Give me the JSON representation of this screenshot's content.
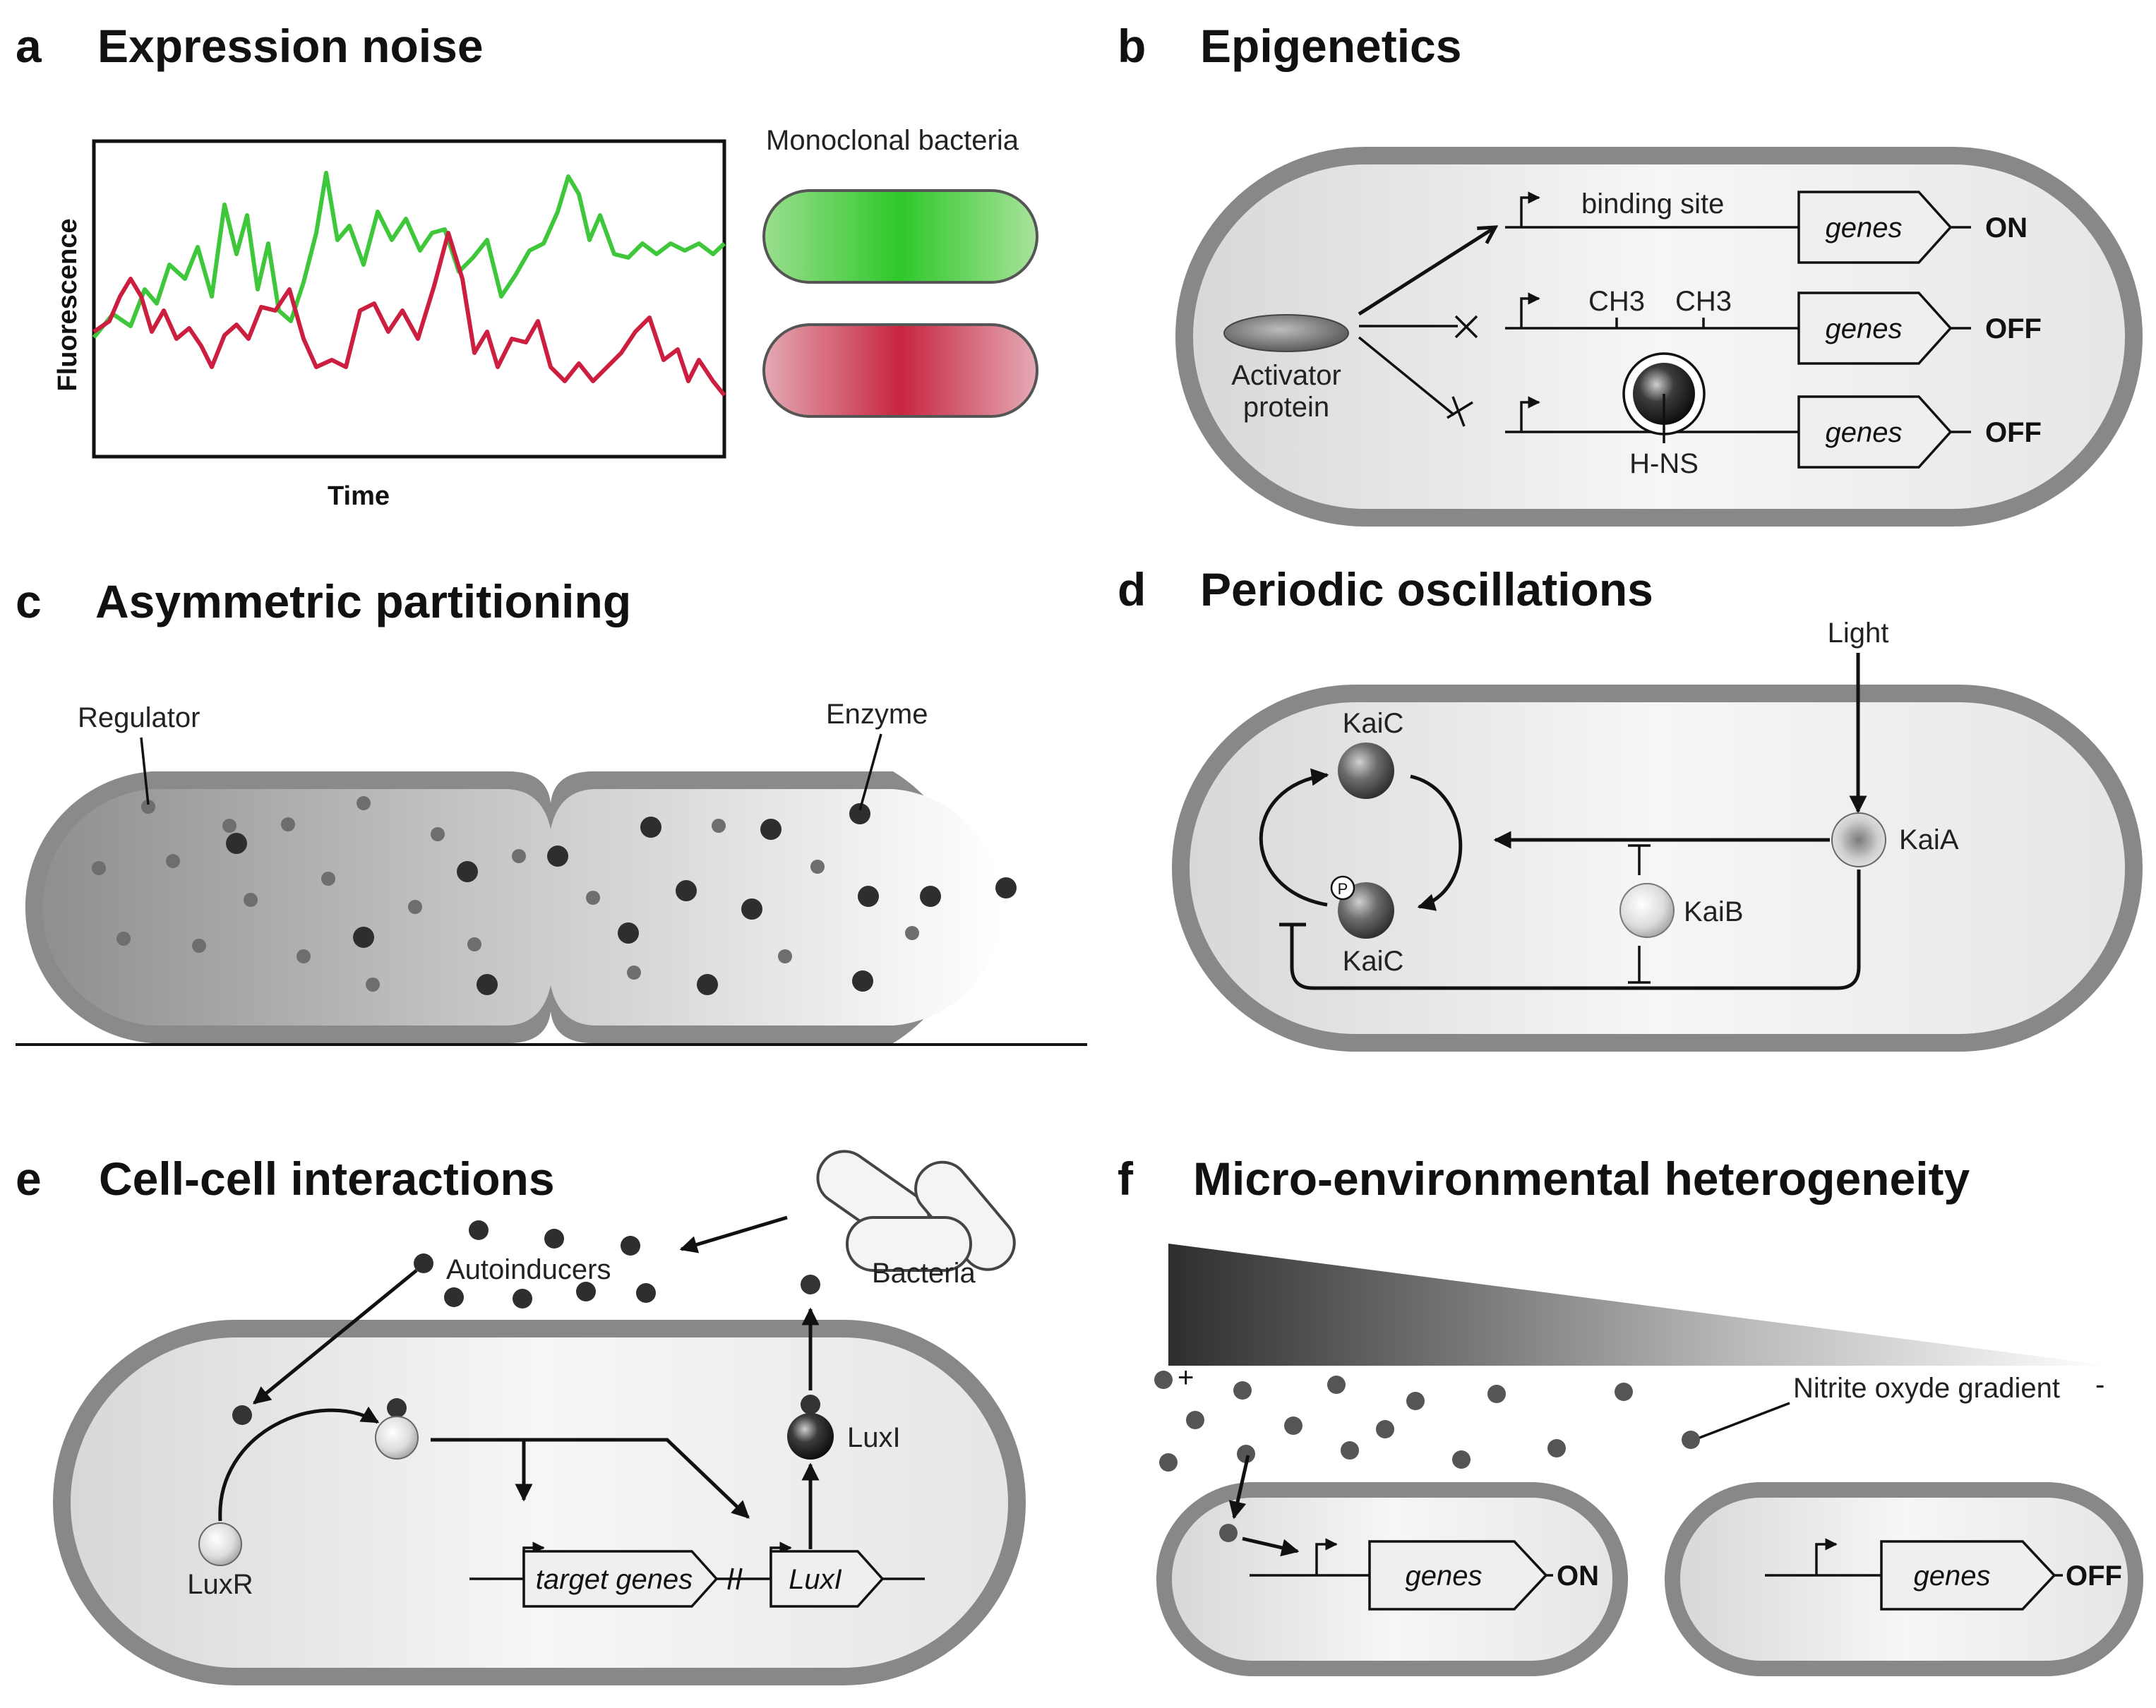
{
  "panels": {
    "a": {
      "letter": "a",
      "title": "Expression noise",
      "xlabel": "Time",
      "ylabel": "Fluorescence",
      "label": "Monoclonal bacteria",
      "colors": {
        "green": "#3ec73a",
        "red": "#cc1f3f"
      }
    },
    "b": {
      "letter": "b",
      "title": "Epigenetics",
      "binding_site": "binding site",
      "ch3": "CH3",
      "activator_line1": "Activator",
      "activator_line2": "protein",
      "hns": "H-NS",
      "genes": "genes",
      "states": [
        "ON",
        "OFF",
        "OFF"
      ]
    },
    "c": {
      "letter": "c",
      "title": "Asymmetric partitioning",
      "regulator": "Regulator",
      "enzyme": "Enzyme"
    },
    "d": {
      "letter": "d",
      "title": "Periodic oscillations",
      "light": "Light",
      "kaic_top": "KaiC",
      "kaic_bottom": "KaiC",
      "kaia": "KaiA",
      "kaib": "KaiB",
      "p": "P"
    },
    "e": {
      "letter": "e",
      "title": "Cell-cell interactions",
      "autoinducers": "Autoinducers",
      "bacteria": "Bacteria",
      "luxr": "LuxR",
      "luxi": "LuxI",
      "target_genes": "target genes",
      "luxi_gene": "LuxI"
    },
    "f": {
      "letter": "f",
      "title": "Micro-environmental heterogeneity",
      "gradient_label": "Nitrite oxyde gradient",
      "plus": "+",
      "minus": "-",
      "genes": "genes",
      "on": "ON",
      "off": "OFF"
    }
  }
}
